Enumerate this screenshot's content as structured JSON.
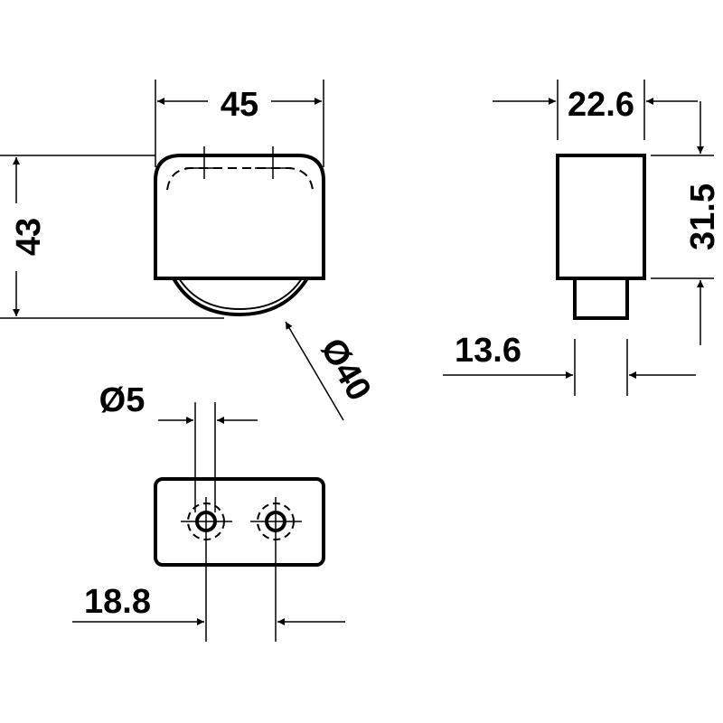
{
  "dimensions": {
    "width": "45",
    "height": "43",
    "roller_diameter": "Ø40",
    "hole_diameter": "Ø5",
    "hole_spacing": "18.8",
    "side_width": "22.6",
    "side_height": "31.5",
    "peg_width": "13.6"
  }
}
